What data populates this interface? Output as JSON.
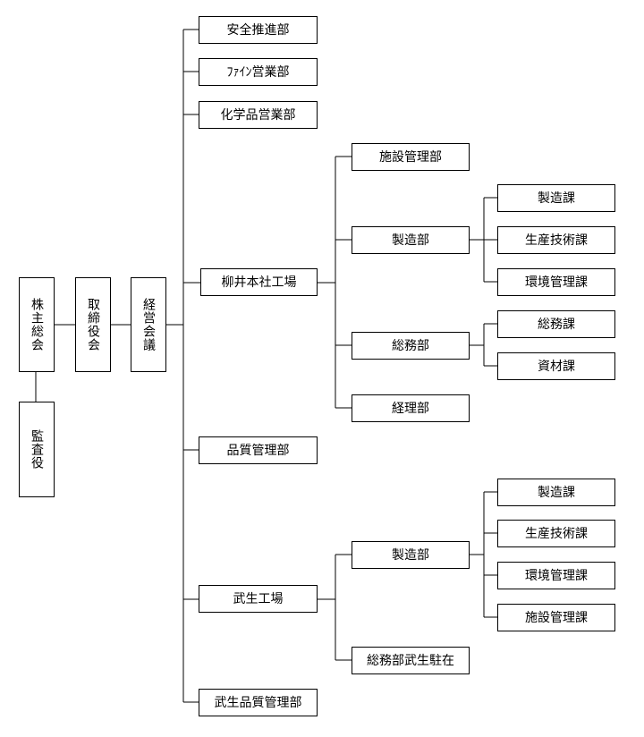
{
  "nodes": {
    "shareholders_meeting": "株主総会",
    "board_of_directors": "取締役会",
    "management_meeting": "経営会議",
    "auditor": "監査役",
    "safety_promotion": "安全推進部",
    "fine_sales": "ﾌｧｲﾝ営業部",
    "chemical_sales": "化学品営業部",
    "yanai_plant": "柳井本社工場",
    "yanai_facilities": "施設管理部",
    "yanai_manufacturing": "製造部",
    "yanai_mfg_section": "製造課",
    "yanai_prod_tech": "生産技術課",
    "yanai_env_mgmt": "環境管理課",
    "yanai_general_affairs": "総務部",
    "yanai_ga_section": "総務課",
    "yanai_materials": "資材課",
    "yanai_accounting": "経理部",
    "quality_mgmt": "品質管理部",
    "takeo_plant": "武生工場",
    "takeo_manufacturing": "製造部",
    "takeo_mfg_section": "製造課",
    "takeo_prod_tech": "生産技術課",
    "takeo_env_mgmt": "環境管理課",
    "takeo_facilities": "施設管理課",
    "takeo_ga_resident": "総務部武生駐在",
    "takeo_quality": "武生品質管理部"
  }
}
